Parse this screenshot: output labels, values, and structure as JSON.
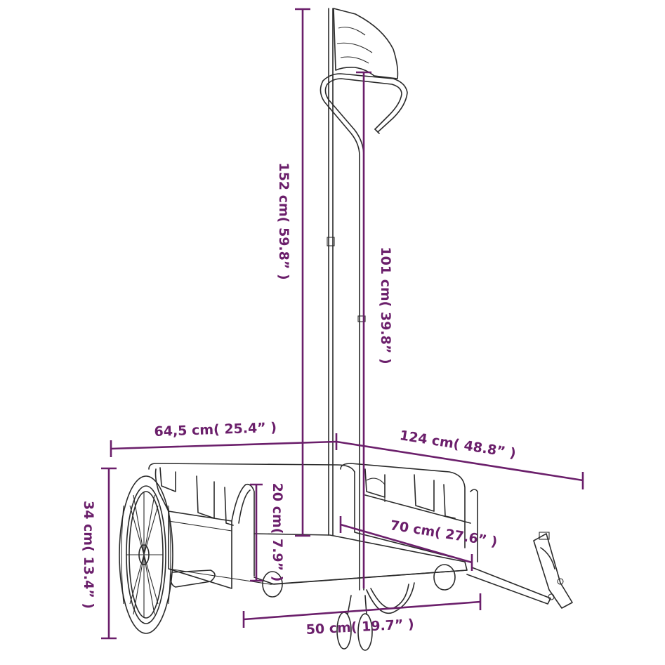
{
  "colors": {
    "dimension": "#6b1f6b",
    "outline": "#2a2a2a",
    "background": "#ffffff"
  },
  "dimensions": {
    "total_height": "152 cm( 59.8” )",
    "handle_height": "101 cm( 39.8” )",
    "total_width": "64,5 cm( 25.4” )",
    "total_length": "124 cm( 48.8” )",
    "wheel_height": "34 cm( 13.4” )",
    "box_height": "20 cm( 7.9” )",
    "box_length": "70 cm( 27.6” )",
    "box_width": "50 cm( 19.7” )"
  }
}
